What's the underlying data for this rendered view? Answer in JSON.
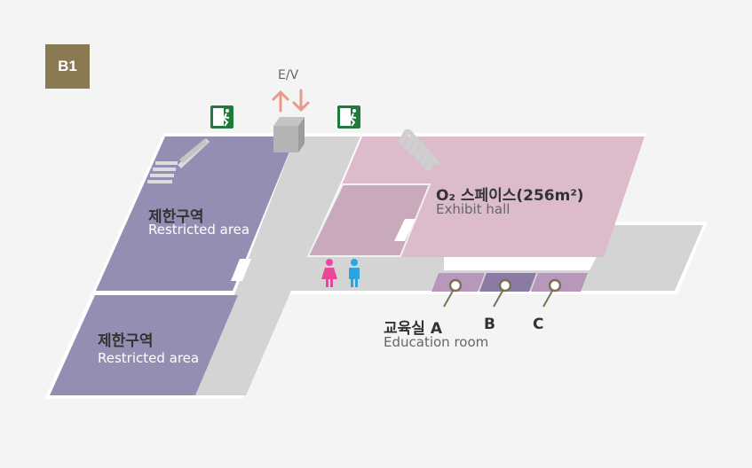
{
  "floor": {
    "label": "B1"
  },
  "elevator": {
    "label": "E/V"
  },
  "zones": {
    "restricted_top": {
      "ko": "제한구역",
      "en": "Restricted area"
    },
    "restricted_bottom": {
      "ko": "제한구역",
      "en": "Restricted area"
    },
    "exhibit": {
      "ko": "O₂ 스페이스(256m²)",
      "en": "Exhibit hall"
    },
    "education": {
      "ko": "교육실 A",
      "en": "Education room",
      "rooms": [
        "B",
        "C"
      ]
    }
  },
  "colors": {
    "floor_badge": "#8a7a52",
    "restricted": "#948fb2",
    "corridor": "#d4d4d4",
    "exhibit": "#dcbcca",
    "education_a": "#b898ba",
    "education_b": "#8a7aa4",
    "education_c": "#b898ba",
    "exit_sign": "#1f7a3c",
    "elevator_arrows": "#e89a88",
    "women_icon": "#e8479a",
    "men_icon": "#2ba5df"
  },
  "icons": [
    "emergency-exit-icon",
    "elevator-arrows-icon",
    "women-restroom-icon",
    "men-restroom-icon",
    "location-pin-icon",
    "staircase-icon"
  ]
}
